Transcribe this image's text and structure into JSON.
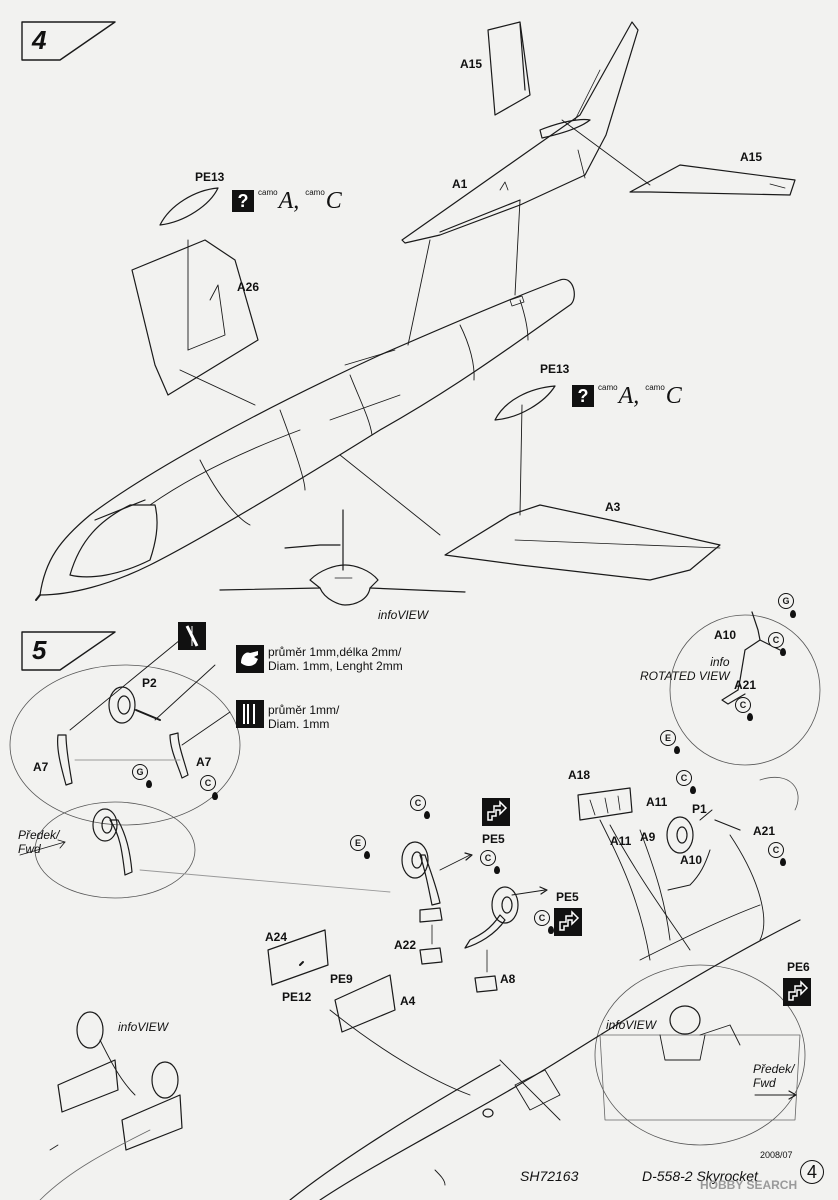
{
  "steps": {
    "step4": "4",
    "step5": "5"
  },
  "step4": {
    "parts": {
      "a15_top": "A15",
      "a15_right": "A15",
      "a1": "A1",
      "pe13_upper": "PE13",
      "a26": "A26",
      "pe13_lower": "PE13",
      "a3": "A3"
    },
    "paint": {
      "question": "?",
      "camo_prefix": "camo",
      "color_a": "A",
      "color_c": "C",
      "separator": ","
    },
    "info_view": "infoVIEW"
  },
  "step5": {
    "parts": {
      "p2": "P2",
      "a7_left": "A7",
      "a7_right": "A7",
      "a10": "A10",
      "a21_info": "A21",
      "a18": "A18",
      "a11_top": "A11",
      "a11_bottom": "A11",
      "a9": "A9",
      "p1": "P1",
      "a10_main": "A10",
      "a21_main": "A21",
      "pe5_top": "PE5",
      "pe5_mid": "PE5",
      "a22": "A22",
      "a8": "A8",
      "a24": "A24",
      "pe9": "PE9",
      "pe12": "PE12",
      "a4": "A4",
      "pe6": "PE6"
    },
    "notes": {
      "drill_1_line1": "průměr 1mm,délka 2mm/",
      "drill_1_line2": "Diam. 1mm, Lenght 2mm",
      "drill_2_line1": "průměr 1mm/",
      "drill_2_line2": "Diam. 1mm",
      "fwd_left_line1": "Předek/",
      "fwd_left_line2": "Fwd",
      "fwd_right_line1": "Předek/",
      "fwd_right_line2": "Fwd",
      "info_rotated_line1": "info",
      "info_rotated_line2": "ROTATED VIEW",
      "info_view_left": "infoVIEW",
      "info_view_right": "infoVIEW"
    },
    "glue_marks": {
      "g": "G",
      "c": "C",
      "e": "E"
    }
  },
  "footer": {
    "kit_code": "SH72163",
    "kit_name": "D-558-2 Skyrocket",
    "date": "2008/07",
    "page": "4",
    "watermark": "HOBBY SEARCH"
  }
}
